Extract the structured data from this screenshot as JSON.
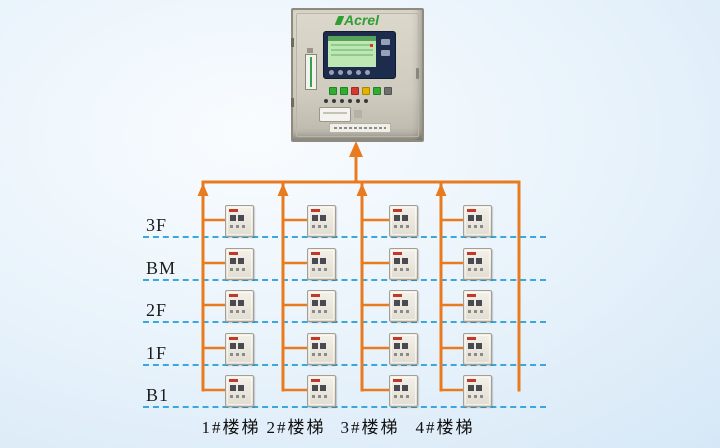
{
  "cabinet": {
    "brand": "Acrel",
    "led_colors": [
      "#2fae2f",
      "#2fae2f",
      "#d63a2e",
      "#e2b400",
      "#2fae2f",
      "#6f6f6f"
    ]
  },
  "floors": [
    "3F",
    "BM",
    "2F",
    "1F",
    "B1"
  ],
  "stairs": [
    "1#楼梯",
    "2#楼梯",
    "3#楼梯",
    "4#楼梯"
  ],
  "colors": {
    "wire_orange": "#e87b1f",
    "floor_dash_blue": "#3aa8dc",
    "logo_green": "#2f9e33",
    "device_accent_red": "#c0392b"
  }
}
